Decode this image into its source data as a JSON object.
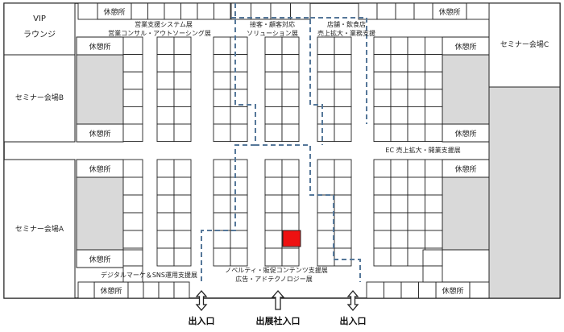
{
  "rooms": {
    "vip": [
      "VIP",
      "ラウンジ"
    ],
    "seminar_b": "セミナー会場B",
    "seminar_a": "セミナー会場A",
    "seminar_c": "セミナー会場C"
  },
  "rest_area_label": "休憩所",
  "zones": {
    "sales_support": [
      "営業支援システム展",
      "営業コンサル・アウトソーシング展"
    ],
    "customer": [
      "接客・顧客対応",
      "ソリューション展"
    ],
    "store": [
      "店舗・飲食店",
      "売上拡大・業務支援"
    ],
    "ec": "EC 売上拡大・開業支援展",
    "digital": "デジタルマーケ＆SNS運用支援展",
    "novelty": [
      "ノベルティ・販促コンテンツ支援展",
      "広告・アドテクノロジー展"
    ]
  },
  "entrances": {
    "left": "出入口",
    "center": "出展社入口",
    "right": "出入口"
  },
  "colors": {
    "highlight_booth": "#ee1111",
    "route": "#557799",
    "seminar_fill": "#d9d9d9",
    "outline": "#222222"
  }
}
